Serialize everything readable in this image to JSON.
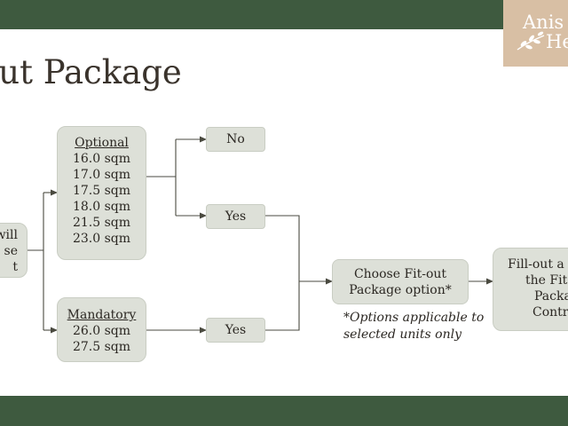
{
  "header": {
    "title": "out Package",
    "logo_line1": "Anis",
    "logo_line2": "He"
  },
  "diagram": {
    "start_node": [
      "will",
      "se",
      "t"
    ],
    "optional": {
      "heading": "Optional",
      "sizes": [
        "16.0 sqm",
        "17.0 sqm",
        "17.5 sqm",
        "18.0 sqm",
        "21.5 sqm",
        "23.0 sqm"
      ]
    },
    "mandatory": {
      "heading": "Mandatory",
      "sizes": [
        "26.0 sqm",
        "27.5 sqm"
      ]
    },
    "no_label": "No",
    "yes_label_1": "Yes",
    "yes_label_2": "Yes",
    "choose_option": [
      "Choose Fit-out",
      "Package option*"
    ],
    "final_node": [
      "Fill-out a",
      "the Fit",
      "Packa",
      "Contr"
    ],
    "note": [
      "*Options applicable to",
      "selected units only"
    ]
  },
  "colors": {
    "band": "#3e5a3f",
    "node_fill": "#dde0d8",
    "logo_bg": "#d8bfa4",
    "connector": "#4a4a40"
  }
}
